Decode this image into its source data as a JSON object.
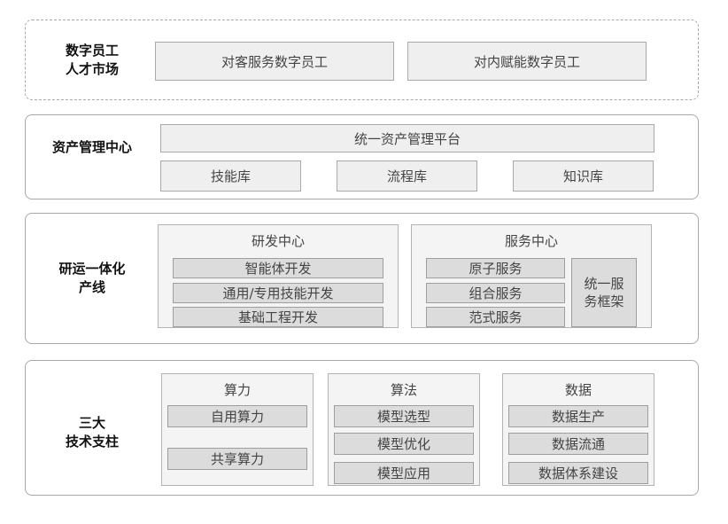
{
  "market": {
    "label": "数字员工\n人才市场",
    "boxes": [
      "对客服务数字员工",
      "对内赋能数字员工"
    ]
  },
  "assets": {
    "label": "资产管理中心",
    "platform": "统一资产管理平台",
    "libraries": [
      "技能库",
      "流程库",
      "知识库"
    ]
  },
  "devops": {
    "label": "研运一体化\n产线",
    "rd": {
      "title": "研发中心",
      "items": [
        "智能体开发",
        "通用/专用技能开发",
        "基础工程开发"
      ]
    },
    "service": {
      "title": "服务中心",
      "items": [
        "原子服务",
        "组合服务",
        "范式服务"
      ],
      "framework": "统一服\n务框架"
    }
  },
  "support": {
    "label": "三大\n技术支柱",
    "compute": {
      "title": "算力",
      "items": [
        "自用算力",
        "共享算力"
      ]
    },
    "algorithm": {
      "title": "算法",
      "items": [
        "模型选型",
        "模型优化",
        "模型应用"
      ]
    },
    "data": {
      "title": "数据",
      "items": [
        "数据生产",
        "数据流通",
        "数据体系建设"
      ]
    }
  }
}
